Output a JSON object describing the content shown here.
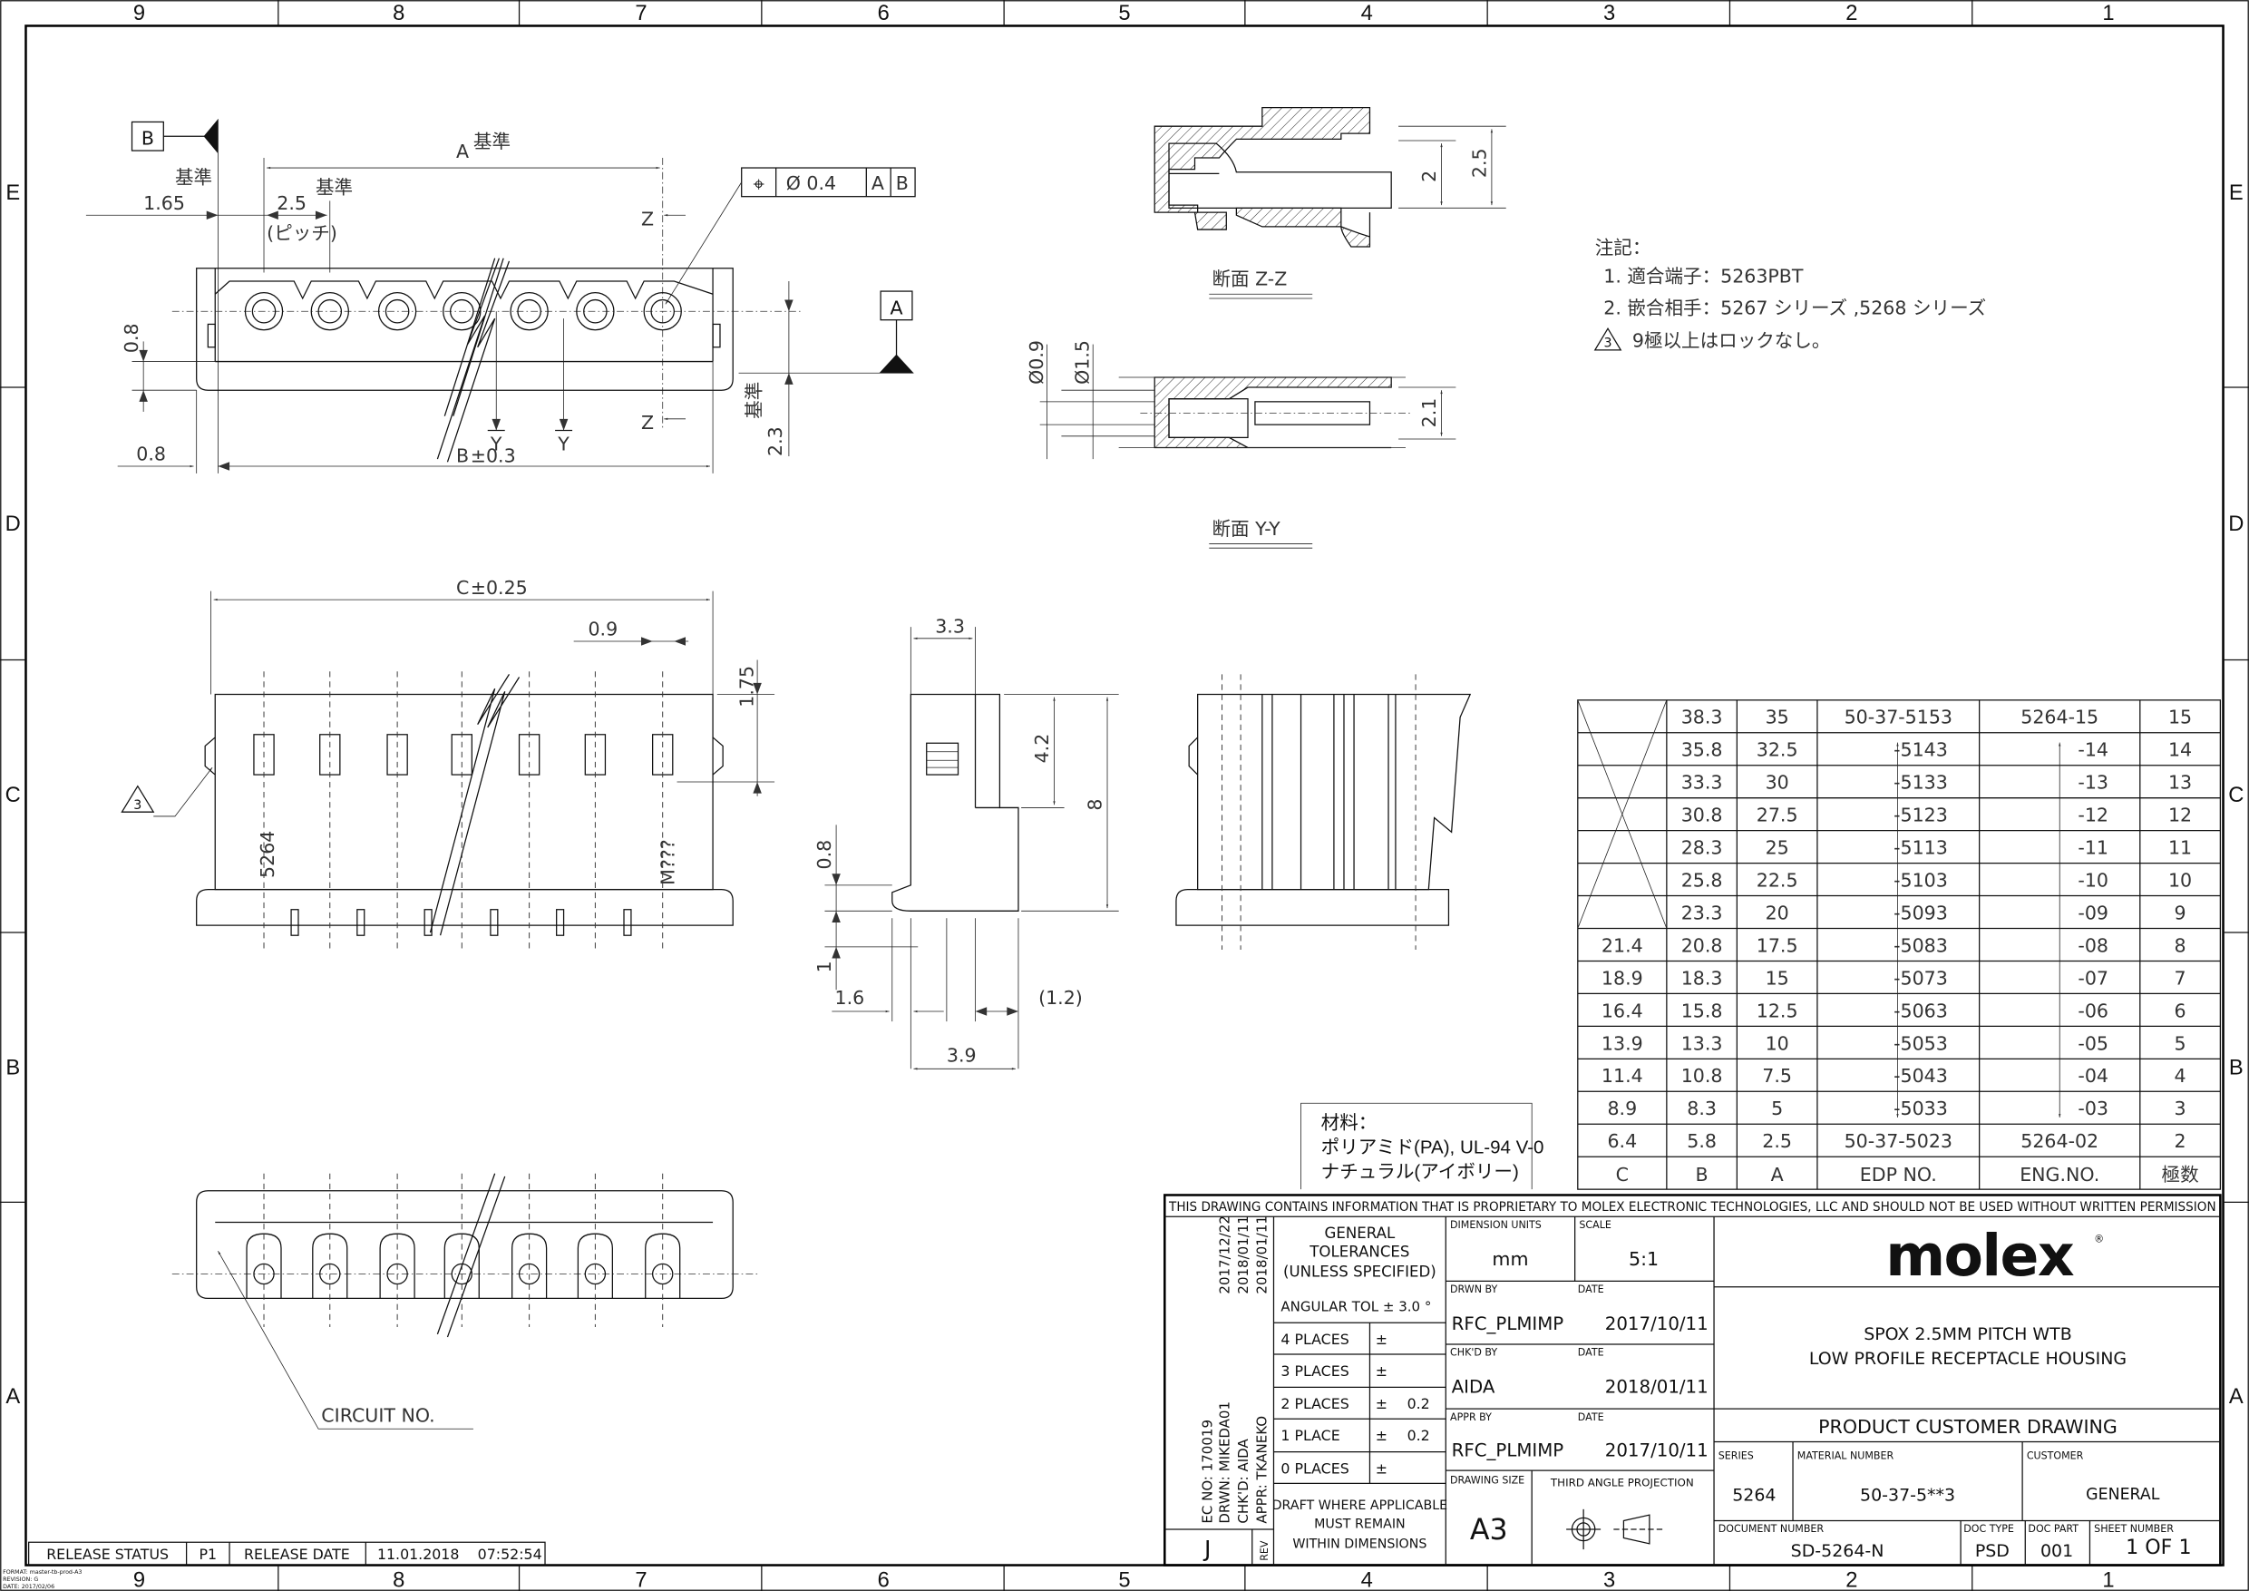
{
  "zones": {
    "columns": [
      "9",
      "8",
      "7",
      "6",
      "5",
      "4",
      "3",
      "2",
      "1"
    ],
    "rows": [
      "E",
      "D",
      "C",
      "B",
      "A"
    ]
  },
  "top_view": {
    "datum_b": "B",
    "datum_a": "A",
    "dim_a": "A",
    "kijun": "基準",
    "dim_1_65": "1.65",
    "dim_pitch": "2.5",
    "pitch_note": "(ピッチ)",
    "dim_0_8_left": "0.8",
    "dim_0_8_bottom": "0.8",
    "dim_b": "B",
    "dim_b_tol": "±0.3",
    "dim_2_3": "2.3",
    "section_z": "Z",
    "section_y": "Y",
    "fcf": {
      "symbol": "⌖",
      "tolerance": "Ø 0.4",
      "datum1": "A",
      "datum2": "B"
    }
  },
  "section_zz": {
    "label": "断面 Z-Z",
    "dim_2": "2",
    "dim_2_5": "2.5"
  },
  "section_yy": {
    "label": "断面 Y-Y",
    "dim_d09": "Ø0.9",
    "dim_d15": "Ø1.5",
    "dim_2_1": "2.1"
  },
  "front_view": {
    "dim_c": "C",
    "dim_c_tol": "±0.25",
    "dim_0_9": "0.9",
    "dim_1_75": "1.75",
    "marking_series": "5264",
    "marking_mold": "M???",
    "delta_note": "3"
  },
  "side_view": {
    "dim_3_3": "3.3",
    "dim_4_2": "4.2",
    "dim_8": "8",
    "dim_0_8": "0.8",
    "dim_1": "1",
    "dim_1_6": "1.6",
    "dim_1_2": "(1.2)",
    "dim_3_9": "3.9"
  },
  "bottom_view": {
    "circuit_label": "CIRCUIT NO."
  },
  "notes": {
    "title": "注記：",
    "items": [
      "1. 適合端子：5263PBT",
      "2. 嵌合相手：5267 シリーズ ,5268 シリーズ"
    ],
    "delta_number": "3",
    "delta_text": "9極以上はロックなし。"
  },
  "material": {
    "title": "材料：",
    "line1": "ポリアミド(PA), UL-94 V-0",
    "line2": "ナチュラル(アイボリー)"
  },
  "table": {
    "headers": [
      "C",
      "B",
      "A",
      "EDP NO.",
      "ENG.NO.",
      "極数"
    ],
    "rows": [
      [
        "",
        "38.3",
        "35",
        "50-37-5153",
        "5264-15",
        "15"
      ],
      [
        "",
        "35.8",
        "32.5",
        "-5143",
        "-14",
        "14"
      ],
      [
        "",
        "33.3",
        "30",
        "-5133",
        "-13",
        "13"
      ],
      [
        "",
        "30.8",
        "27.5",
        "-5123",
        "-12",
        "12"
      ],
      [
        "",
        "28.3",
        "25",
        "-5113",
        "-11",
        "11"
      ],
      [
        "",
        "25.8",
        "22.5",
        "-5103",
        "-10",
        "10"
      ],
      [
        "",
        "23.3",
        "20",
        "-5093",
        "-09",
        "9"
      ],
      [
        "21.4",
        "20.8",
        "17.5",
        "-5083",
        "-08",
        "8"
      ],
      [
        "18.9",
        "18.3",
        "15",
        "-5073",
        "-07",
        "7"
      ],
      [
        "16.4",
        "15.8",
        "12.5",
        "-5063",
        "-06",
        "6"
      ],
      [
        "13.9",
        "13.3",
        "10",
        "-5053",
        "-05",
        "5"
      ],
      [
        "11.4",
        "10.8",
        "7.5",
        "-5043",
        "-04",
        "4"
      ],
      [
        "8.9",
        "8.3",
        "5",
        "-5033",
        "-03",
        "3"
      ],
      [
        "6.4",
        "5.8",
        "2.5",
        "50-37-5023",
        "5264-02",
        "2"
      ]
    ]
  },
  "title_block": {
    "proprietary": "THIS DRAWING CONTAINS INFORMATION THAT IS PROPRIETARY TO MOLEX ELECTRONIC TECHNOLOGIES, LLC AND SHOULD NOT BE USED WITHOUT WRITTEN PERMISSION",
    "rev_history": {
      "dates": [
        "2017/12/22",
        "2018/01/11",
        "2018/01/11"
      ],
      "ec_no": "EC NO:  170019",
      "drwn": "DRWN:  MIKEDA01",
      "chkd": "CHK'D:  AIDA",
      "appr": "APPR:  TKANEKO",
      "rev_label": "REV",
      "rev": "J"
    },
    "tolerances": {
      "title1": "GENERAL",
      "title2": "TOLERANCES",
      "title3": "(UNLESS SPECIFIED)",
      "angular": "ANGULAR TOL ±  3.0  °",
      "rows": [
        {
          "label": "4 PLACES",
          "pm": "±",
          "value": ""
        },
        {
          "label": "3 PLACES",
          "pm": "±",
          "value": ""
        },
        {
          "label": "2 PLACES",
          "pm": "±",
          "value": "0.2"
        },
        {
          "label": "1 PLACE",
          "pm": "±",
          "value": "0.2"
        },
        {
          "label": "0 PLACES",
          "pm": "±",
          "value": ""
        }
      ],
      "draft1": "DRAFT WHERE APPLICABLE",
      "draft2": "MUST REMAIN",
      "draft3": "WITHIN DIMENSIONS"
    },
    "dimension_units_label": "DIMENSION UNITS",
    "dimension_units": "mm",
    "scale_label": "SCALE",
    "scale": "5:1",
    "drwn_by_label": "DRWN BY",
    "drwn_by": "RFC_PLMIMP",
    "drwn_date": "2017/10/11",
    "chkd_by_label": "CHK'D BY",
    "chkd_by": "AIDA",
    "chkd_date": "2018/01/11",
    "appr_by_label": "APPR BY",
    "appr_by": "RFC_PLMIMP",
    "appr_date": "2017/10/11",
    "date_label": "DATE",
    "drawing_size_label": "DRAWING SIZE",
    "drawing_size": "A3",
    "projection_label": "THIRD ANGLE PROJECTION",
    "logo": "molex",
    "title1": "SPOX 2.5MM PITCH WTB",
    "title2": "LOW PROFILE RECEPTACLE HOUSING",
    "drawing_type": "PRODUCT CUSTOMER DRAWING",
    "series_label": "SERIES",
    "series": "5264",
    "material_number_label": "MATERIAL NUMBER",
    "material_number": "50-37-5**3",
    "customer_label": "CUSTOMER",
    "customer": "GENERAL",
    "document_number_label": "DOCUMENT NUMBER",
    "document_number": "SD-5264-N",
    "doc_type_label": "DOC TYPE",
    "doc_type": "PSD",
    "doc_part_label": "DOC PART",
    "doc_part": "001",
    "sheet_label": "SHEET NUMBER",
    "sheet": "1 OF 1"
  },
  "release": {
    "status_label": "RELEASE STATUS",
    "status": "P1",
    "date_label": "RELEASE DATE",
    "date": "11.01.2018",
    "time": "07:52:54"
  },
  "format": {
    "format": "FORMAT: master-tb-prod-A3",
    "revision": "REVISION: G",
    "date": "DATE: 2017/02/06"
  }
}
